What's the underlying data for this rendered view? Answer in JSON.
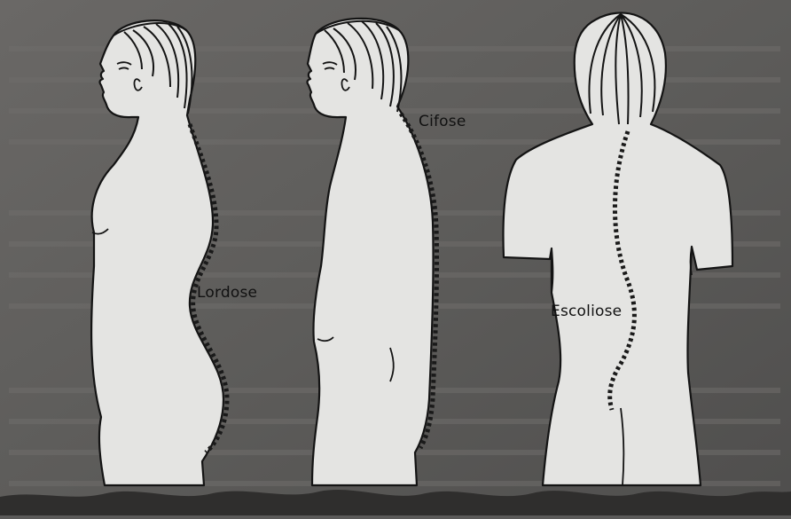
{
  "labels": {
    "lordose": "Lordose",
    "cifose": "Cifose",
    "escoliose": "Escoliose"
  },
  "figures": [
    {
      "name": "lordosis-figure",
      "view": "side",
      "caption_key": "lordose"
    },
    {
      "name": "kyphosis-figure",
      "view": "side",
      "caption_key": "cifose"
    },
    {
      "name": "scoliosis-figure",
      "view": "back",
      "caption_key": "escoliose"
    }
  ],
  "colors": {
    "background_page": "#5b5a59",
    "figure_fill": "#e4e4e2",
    "outline": "#141414",
    "spine_dots": "#1a1a1a"
  }
}
